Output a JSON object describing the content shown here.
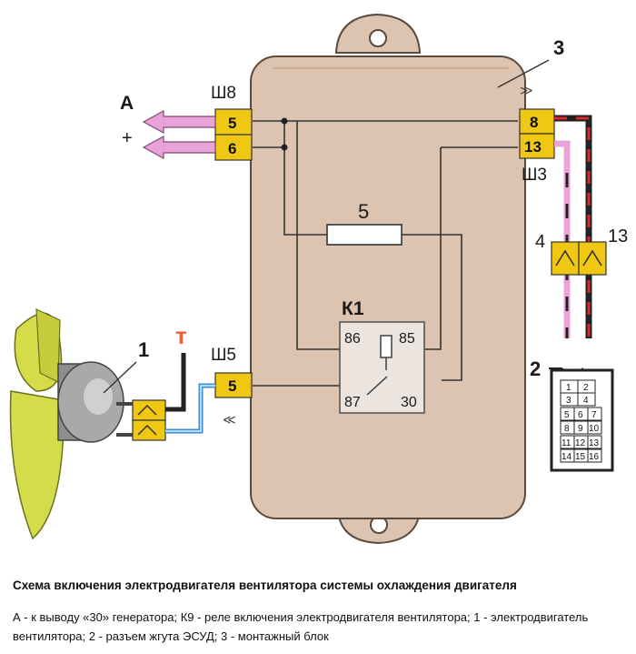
{
  "diagram": {
    "label_a": "А",
    "label_plus": "+",
    "label_sh8": "Ш8",
    "label_sh5": "Ш5",
    "label_sh3": "Ш3",
    "label_block": "3",
    "label_motor": "1",
    "label_connector": "2",
    "label_fuse": "5",
    "label_relay": "К1",
    "label_4": "4",
    "label_13": "13",
    "label_t": "т",
    "sh8_pins": [
      "5",
      "6"
    ],
    "sh5_pins": [
      "5"
    ],
    "sh3_pins": [
      "8",
      "13"
    ],
    "relay_pins": [
      "86",
      "85",
      "87",
      "30"
    ],
    "connector_pins": [
      [
        "1",
        "2"
      ],
      [
        "3",
        "4"
      ],
      [
        "5",
        "6",
        "7"
      ],
      [
        "8",
        "9",
        "10"
      ],
      [
        "11",
        "12",
        "13"
      ],
      [
        "14",
        "15",
        "16"
      ]
    ],
    "colors": {
      "block_fill": "#dcc4b0",
      "pin_fill": "#f0c814",
      "arrow_pink": "#e9a3d8",
      "wire_blue": "#3b8fd6",
      "wire_red": "#d8282a",
      "motor_green": "#d4dc4a"
    }
  },
  "caption": {
    "title": "Схема включения электродвигателя вентилятора системы охлаждения двигателя",
    "text": "А - к выводу «30» генератора; К9 - реле включения электродвигателя вентилятора; 1 - электродвигатель вентилятора; 2 - разъем жгута ЭСУД; 3 - монтажный блок"
  }
}
